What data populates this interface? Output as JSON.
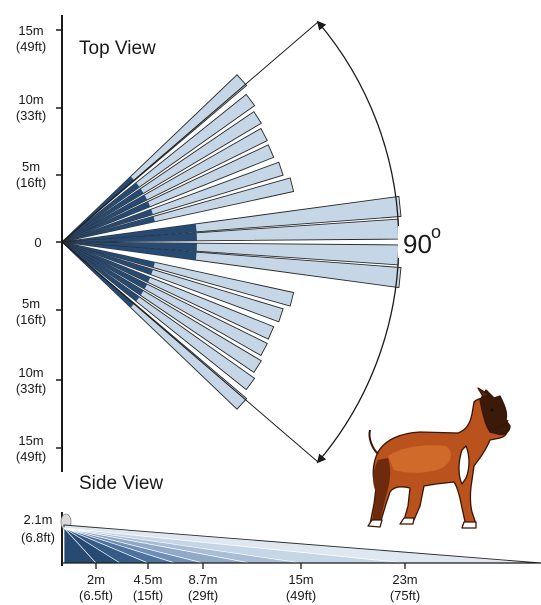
{
  "top_view": {
    "title": "Top View",
    "angle_value": "90",
    "angle_unit": "o",
    "y_axis_labels": [
      {
        "m": "15m",
        "ft": "(49ft)"
      },
      {
        "m": "10m",
        "ft": "(33ft)"
      },
      {
        "m": "5m",
        "ft": "(16ft)"
      },
      {
        "m": "0",
        "ft": ""
      },
      {
        "m": "5m",
        "ft": "(16ft)"
      },
      {
        "m": "10m",
        "ft": "(33ft)"
      },
      {
        "m": "15m",
        "ft": "(49ft)"
      }
    ]
  },
  "side_view": {
    "title": "Side View",
    "height_label": "2.1m",
    "height_label_ft": "(6.8ft)",
    "distance_labels": [
      {
        "m": "2m",
        "ft": "(6.5ft)"
      },
      {
        "m": "4.5m",
        "ft": "(15ft)"
      },
      {
        "m": "8.7m",
        "ft": "(29ft)"
      },
      {
        "m": "15m",
        "ft": "(49ft)"
      },
      {
        "m": "23m",
        "ft": "(75ft)"
      }
    ]
  },
  "colors": {
    "beam_fill": "#c5d6e7",
    "beam_stroke": "#2a2a2a",
    "dark_blue": "#274a73",
    "mid_blue": "#6e8fb5",
    "dog_body": "#b9521c",
    "dog_shadow": "#6e2a0c",
    "dog_white": "#ffffff"
  }
}
